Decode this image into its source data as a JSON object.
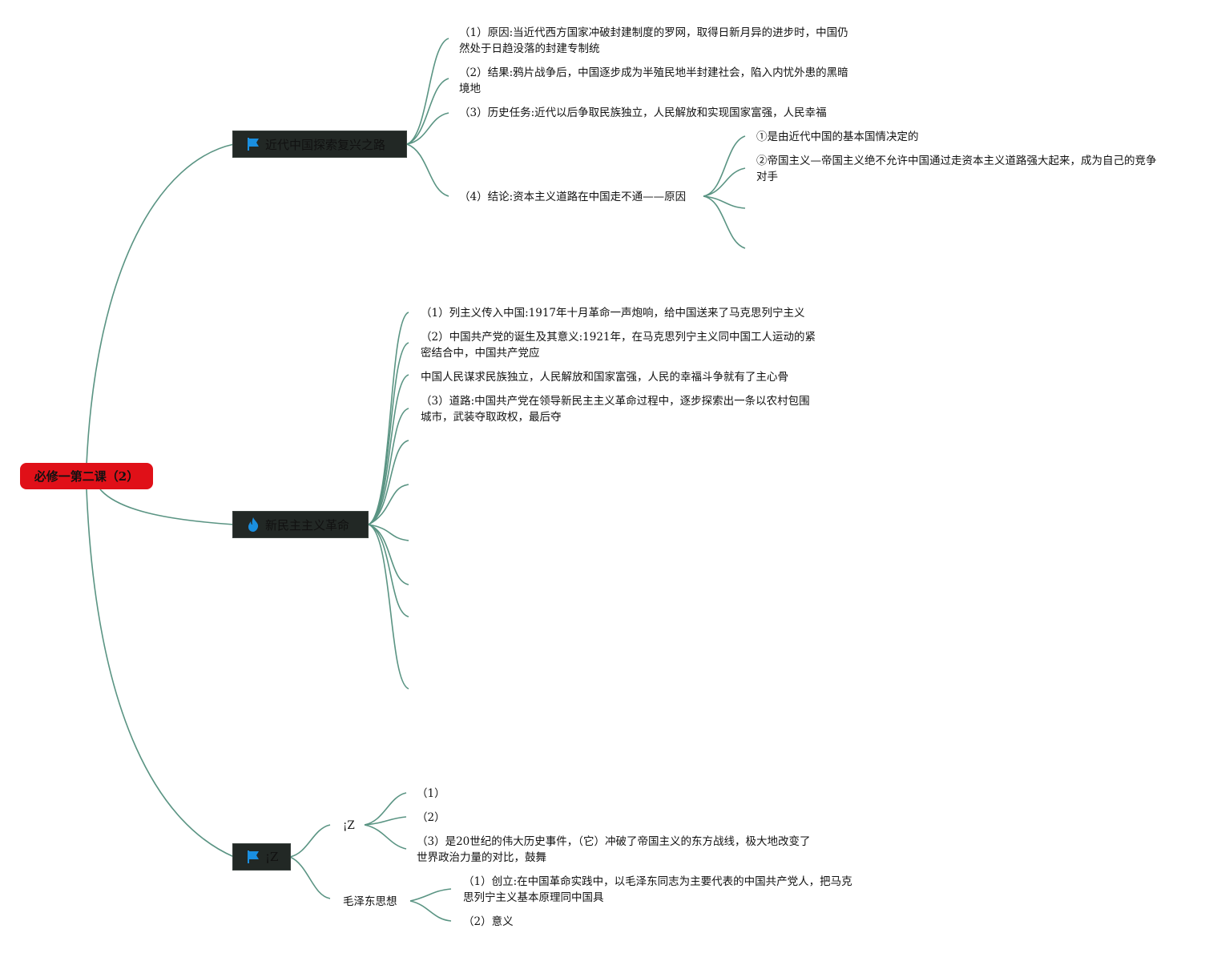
{
  "root": {
    "label": "必修一第二课（2）"
  },
  "topics": {
    "t1": {
      "label": "近代中国探索复兴之路",
      "icon": "flag-icon",
      "items": [
        "（1）原因:当近代西方国家冲破封建制度的罗网，取得日新月异的进步时，中国仍然处于日趋没落的封建专制统",
        "（2）结果:鸦片战争后，中国逐步成为半殖民地半封建社会，陷入内忧外患的黑暗境地",
        "（3）历史任务:近代以后争取民族独立，人民解放和实现国家富强，人民幸福",
        "（4）结论:资本主义道路在中国走不通——原因"
      ],
      "reasons": [
        "①是由近代中国的基本国情决定的",
        "②帝国主义—帝国主义绝不允许中国通过走资本主义道路强大起来，成为自己的竞争对手"
      ]
    },
    "t2": {
      "label": "新民主主义革命",
      "icon": "fire-icon",
      "items": [
        "（1）列主义传入中国:1917年十月革命一声炮响，给中国送来了马克思列宁主义",
        "（2）中国共产党的诞生及其意义:1921年，在马克思列宁主义同中国工人运动的紧密结合中，中国共产党应",
        "中国人民谋求民族独立，人民解放和国家富强，人民的幸福斗争就有了主心骨",
        "（3）道路:中国共产党在领导新民主主义革命过程中，逐步探索出一条以农村包围城市，武装夺取政权，最后夺"
      ]
    },
    "t3": {
      "label": "¡Z",
      "icon": "flag-icon",
      "sub1": {
        "label": "¡Z",
        "items": [
          "（1）",
          "（2）",
          "（3）是20世纪的伟大历史事件，（它）冲破了帝国主义的东方战线，极大地改变了世界政治力量的对比，鼓舞"
        ]
      },
      "sub2": {
        "label": "毛泽东思想",
        "items": [
          "（1）创立:在中国革命实践中，以毛泽东同志为主要代表的中国共产党人，把马克思列宁主义基本原理同中国具",
          "（2）意义"
        ]
      }
    }
  },
  "colors": {
    "line": "#5a9483",
    "root_fill": "#e01018",
    "topic_fill": "#222825",
    "icon_blue": "#1a8fe0"
  }
}
